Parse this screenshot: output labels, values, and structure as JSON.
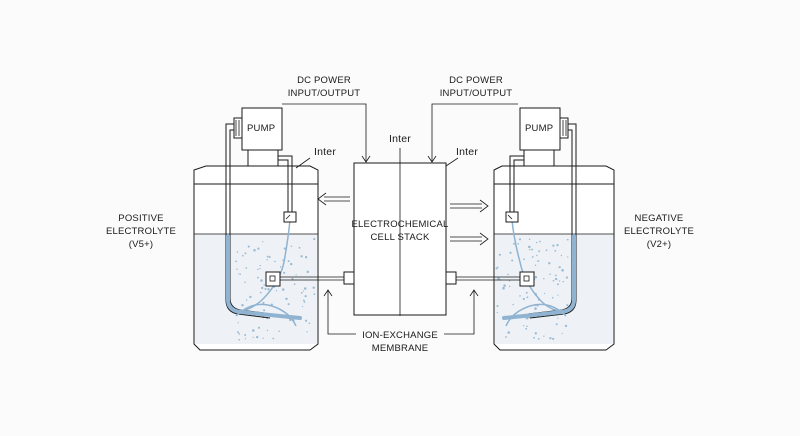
{
  "labels": {
    "dc_power_left": [
      "DC POWER",
      "INPUT/OUTPUT"
    ],
    "dc_power_right": [
      "DC POWER",
      "INPUT/OUTPUT"
    ],
    "pump_left": "PUMP",
    "pump_right": "PUMP",
    "inter_left": "Inter",
    "inter_center": "Inter",
    "inter_right": "Inter",
    "stack": [
      "ELECTROCHEMICAL",
      "CELL STACK"
    ],
    "positive": [
      "POSITIVE",
      "ELECTROLYTE",
      "(V5+)"
    ],
    "negative": [
      "NEGATIVE",
      "ELECTROLYTE",
      "(V2+)"
    ],
    "membrane": [
      "ION-EXCHANGE",
      "MEMBRANE"
    ]
  },
  "colors": {
    "line": "#1a1a1a",
    "electrolyte_blue": "#8fb3d1",
    "liquid_tint": "#eef2f6"
  }
}
